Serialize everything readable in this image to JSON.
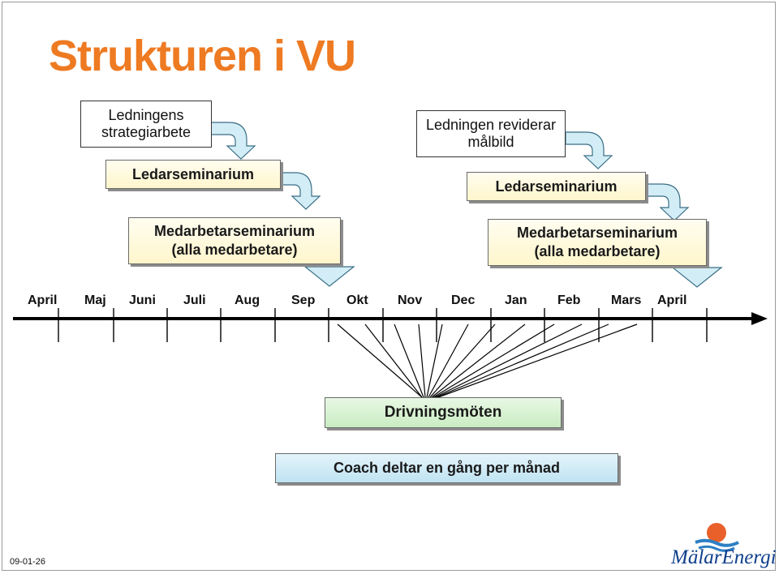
{
  "title": "Strukturen i VU",
  "boxes": {
    "strategy": "Ledningens strategiarbete",
    "revise": "Ledningen reviderar målbild",
    "leader1": "Ledarseminarium",
    "leader2": "Ledarseminarium",
    "staff1_line1": "Medarbetarseminarium",
    "staff1_line2": "(alla medarbetare)",
    "staff2_line1": "Medarbetarseminarium",
    "staff2_line2": "(alla medarbetare)",
    "meetings": "Drivningsmöten",
    "coach": "Coach deltar en gång per månad"
  },
  "months": [
    "April",
    "Maj",
    "Juni",
    "Juli",
    "Aug",
    "Sep",
    "Okt",
    "Nov",
    "Dec",
    "Jan",
    "Feb",
    "Mars",
    "April"
  ],
  "footer": {
    "date": "09-01-26",
    "logo": "MälarEnergi"
  },
  "colors": {
    "title": "#ee7a22",
    "arrow_fill": "#d3edf6",
    "arrow_stroke": "#3a6f86",
    "logo": "#0e3f8c",
    "logo_sun": "#e9602a"
  }
}
